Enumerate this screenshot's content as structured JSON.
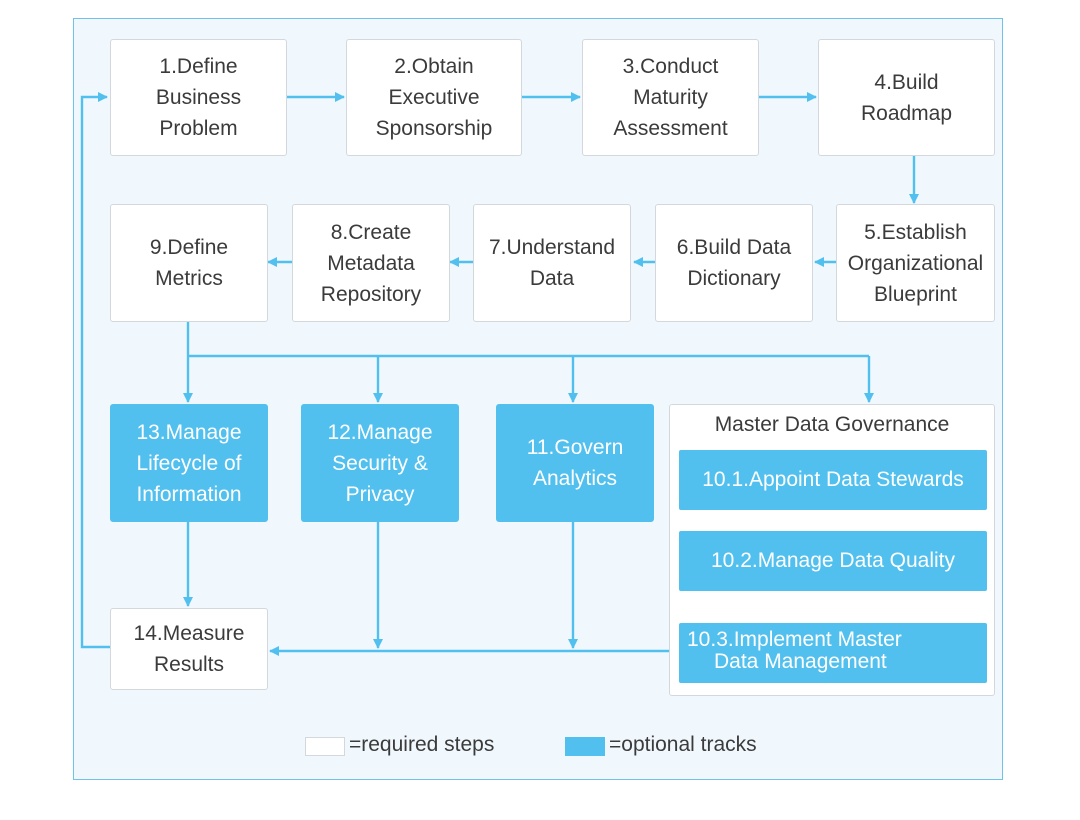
{
  "colors": {
    "required_fill": "#ffffff",
    "required_border": "#d3d8dc",
    "optional_fill": "#52c0ef",
    "connector": "#52c0ef",
    "text_dark": "#3b3b3b",
    "canvas_background": "#f1f8fd"
  },
  "steps": {
    "s1": "1.Define\nBusiness\nProblem",
    "s2": "2.Obtain\nExecutive\nSponsorship",
    "s3": "3.Conduct\nMaturity\nAssessment",
    "s4": "4.Build\nRoadmap",
    "s5": "5.Establish\nOrganizational\nBlueprint",
    "s6": "6.Build Data\nDictionary",
    "s7": "7.Understand\nData",
    "s8": "8.Create\nMetadata\nRepository",
    "s9": "9.Define\nMetrics",
    "s11": "11.Govern\nAnalytics",
    "s12": "12.Manage\nSecurity &\nPrivacy",
    "s13": "13.Manage\nLifecycle of\nInformation",
    "s14": "14.Measure\nResults"
  },
  "mdg": {
    "title": "Master Data Governance",
    "s10_1": "10.1.Appoint Data Stewards",
    "s10_2": "10.2.Manage Data Quality",
    "s10_3_line1": "10.3.Implement Master",
    "s10_3_line2": "Data Management"
  },
  "legend": {
    "required": "=required steps",
    "optional": "=optional tracks"
  }
}
